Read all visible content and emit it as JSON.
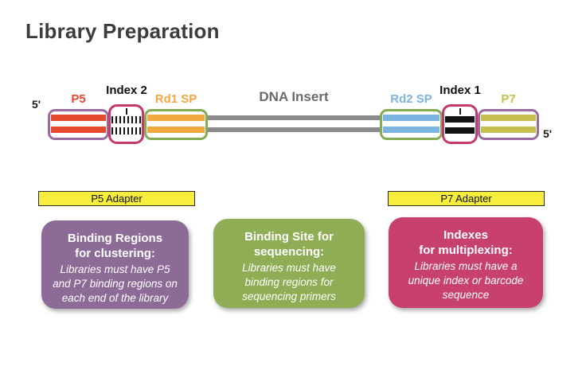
{
  "title": "Library Preparation",
  "colors": {
    "title_text": "#3c3c3c",
    "p5": "#e64a2e",
    "purple_border": "#9b6b9d",
    "index_border": "#c23a6e",
    "rd1": "#f2a83e",
    "green_border": "#84ac52",
    "rd2": "#7cb5e2",
    "p7": "#c4bf4f",
    "index_bar": "#141414",
    "index_label": "#111111",
    "strand": "#8c8c8c",
    "insert_label": "#6b6b6b",
    "banner_bg": "#f7ed3c",
    "callout_clustering_bg": "#8c6b96",
    "callout_sequencing_bg": "#8ead55",
    "callout_multiplexing_bg": "#c8406e"
  },
  "diagram": {
    "five_prime_left": "5'",
    "five_prime_right": "5'",
    "labels": {
      "p5": "P5",
      "index2": "Index 2",
      "rd1sp": "Rd1 SP",
      "dna_insert": "DNA Insert",
      "rd2sp": "Rd2 SP",
      "index1": "Index 1",
      "p7": "P7"
    }
  },
  "banners": {
    "p5": "P5 Adapter",
    "p7": "P7 Adapter"
  },
  "callouts": {
    "clustering": {
      "heading_line1": "Binding Regions",
      "heading_line2": "for clustering:",
      "body_line1": "Libraries must have P5",
      "body_line2": "and P7 binding regions on",
      "body_line3": "each end of the library"
    },
    "sequencing": {
      "heading_line1": "Binding Site for",
      "heading_line2": "sequencing:",
      "body_line1": "Libraries must have",
      "body_line2": "binding regions for",
      "body_line3": "sequencing primers"
    },
    "multiplexing": {
      "heading_line1": "Indexes",
      "heading_line2": "for multiplexing:",
      "body_line1": "Libraries must have a",
      "body_line2": "unique index or barcode",
      "body_line3": "sequence"
    }
  }
}
